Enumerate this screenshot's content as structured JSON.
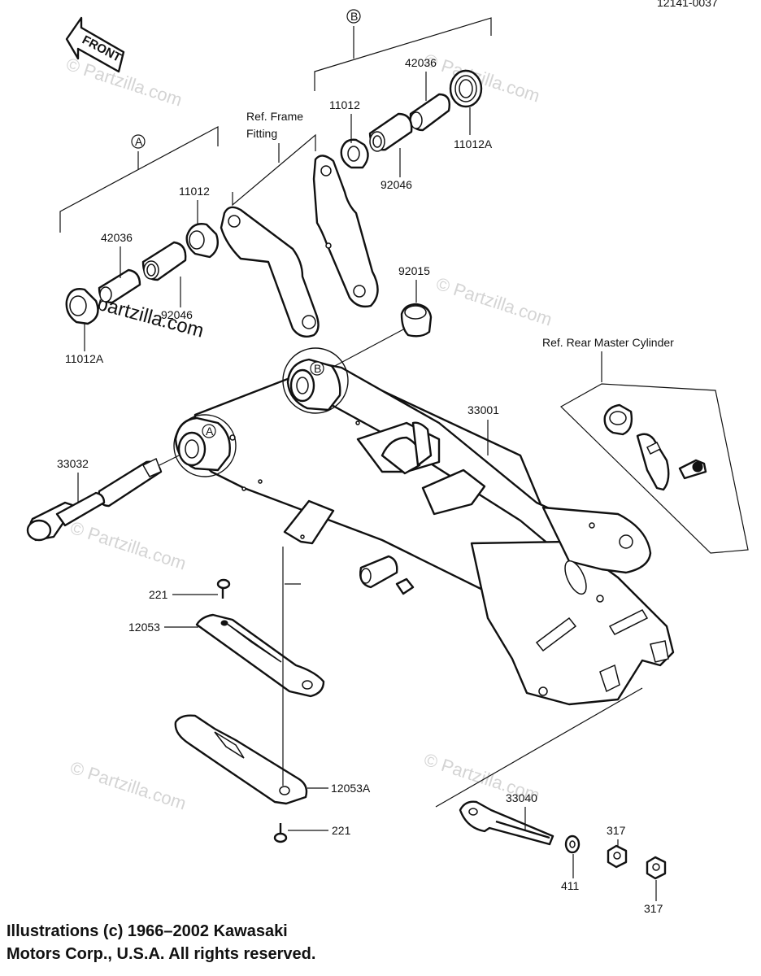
{
  "diagram_id": "12141-0037",
  "watermarks": [
    "© Partzilla.com"
  ],
  "watermark_dark": "partzilla.com",
  "front_arrow": "FRONT",
  "section_markers": {
    "a": "A",
    "b": "B"
  },
  "references": {
    "frame_fitting_line1": "Ref. Frame",
    "frame_fitting_line2": "Fitting",
    "rear_master_cylinder": "Ref. Rear Master Cylinder"
  },
  "callouts": {
    "p42036_top": "42036",
    "p11012_top": "11012",
    "p11012a_top": "11012A",
    "p92046_top": "92046",
    "p11012_left": "11012",
    "p42036_left": "42036",
    "p92046_left": "92046",
    "p11012a_left": "11012A",
    "p92015": "92015",
    "p33001": "33001",
    "p33032": "33032",
    "p221_top": "221",
    "p12053": "12053",
    "p12053a": "12053A",
    "p221_bottom": "221",
    "p33040": "33040",
    "p411": "411",
    "p317_top": "317",
    "p317_bottom": "317"
  },
  "copyright": {
    "line1": "Illustrations (c) 1966–2002 Kawasaki",
    "line2": "Motors Corp., U.S.A.  All rights reserved."
  }
}
